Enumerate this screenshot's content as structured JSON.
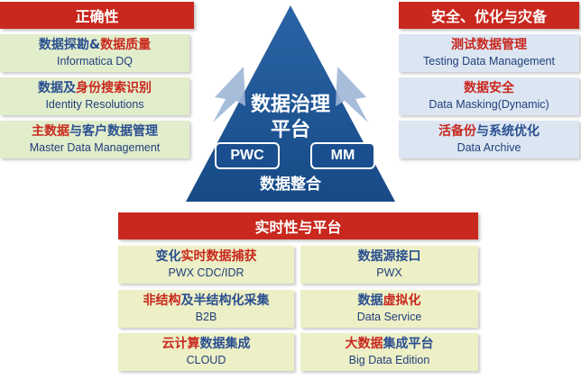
{
  "left_header": "正确性",
  "right_header": "安全、优化与灾备",
  "bottom_header": "实时性与平台",
  "center": {
    "title_line1": "数据治理",
    "title_line2": "平台",
    "pwc": "PWC",
    "mm": "MM",
    "integration": "数据整合"
  },
  "left_items": [
    {
      "zh_a": "数据探勘&",
      "zh_b": "数据质量",
      "zh_c": "",
      "en": "Informatica DQ"
    },
    {
      "zh_a": "数据及",
      "zh_b": "身份搜索识别",
      "zh_c": "",
      "en": "Identity Resolutions"
    },
    {
      "zh_a": "",
      "zh_b": "主数据",
      "zh_c": "与客户数据管理",
      "en": "Master Data Management"
    }
  ],
  "right_items": [
    {
      "zh_a": "测试",
      "zh_b": "数据",
      "zh_c": "管理",
      "en": "Testing Data Management"
    },
    {
      "zh_a": "数据安全",
      "zh_b": "",
      "zh_c": "",
      "en": "Data Masking(Dynamic)"
    },
    {
      "zh_a": "活备份",
      "zh_b": "与系统优化",
      "zh_c": "",
      "en": "Data Archive"
    }
  ],
  "bottom_left_items": [
    {
      "zh_a": "变化",
      "zh_b": "实时数据捕获",
      "zh_c": "",
      "en": "PWX CDC/IDR"
    },
    {
      "zh_a": "非结构",
      "zh_b": "及半结构化采集",
      "zh_c": "",
      "en": "B2B"
    },
    {
      "zh_a": "云计算",
      "zh_b": "数据集成",
      "zh_c": "",
      "en": "CLOUD"
    }
  ],
  "bottom_right_items": [
    {
      "zh_a": "数据源接口",
      "zh_b": "",
      "zh_c": "",
      "en": "PWX"
    },
    {
      "zh_a": "数据",
      "zh_b": "虚拟化",
      "zh_c": "",
      "en": "Data Service"
    },
    {
      "zh_a": "大数据",
      "zh_b": "集成平台",
      "zh_c": "",
      "en": "Big Data Edition"
    }
  ],
  "colors": {
    "red": "#c8281e",
    "navy": "#1a4e8e",
    "text_blue": "#2a4f8f",
    "green_box": "#e2edcc",
    "blue_box": "#dce6f2",
    "yellow_box": "#edefc6"
  }
}
